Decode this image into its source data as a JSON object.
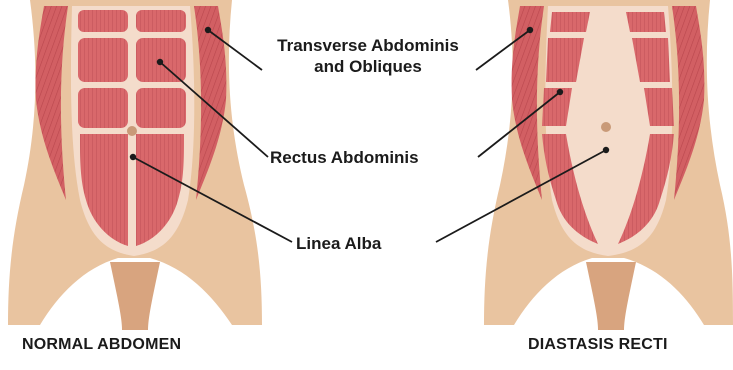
{
  "labels": {
    "transverse_line1": "Transverse Abdominis",
    "transverse_line2": "and Obliques",
    "rectus": "Rectus Abdominis",
    "linea": "Linea Alba"
  },
  "captions": {
    "left": "NORMAL ABDOMEN",
    "right": "DIASTASIS RECTI"
  },
  "colors": {
    "skin": "#e9c4a0",
    "skin_shadow": "#d8a47f",
    "muscle": "#d9686b",
    "muscle_dark": "#b8474c",
    "linea": "#f4dccb",
    "text": "#1b1b1b"
  }
}
